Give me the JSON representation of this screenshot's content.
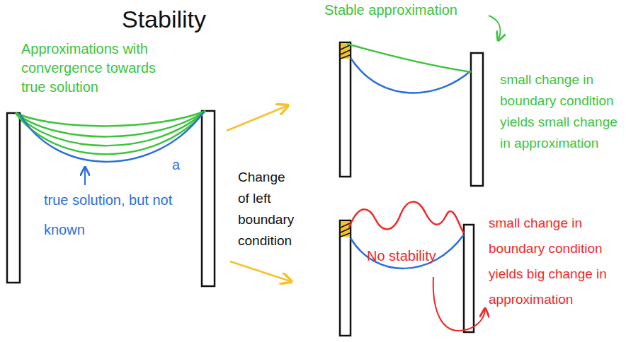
{
  "diagram": {
    "title": "Stability",
    "labels": [
      "Approximations with convergence towards true solution",
      "true solution, but not known",
      "a",
      "Change of left boundary condition",
      "Stable approximation",
      "small change in boundary condition yields small change in approximation",
      "No stability",
      "small change in boundary condition yields big change in approximation"
    ]
  }
}
